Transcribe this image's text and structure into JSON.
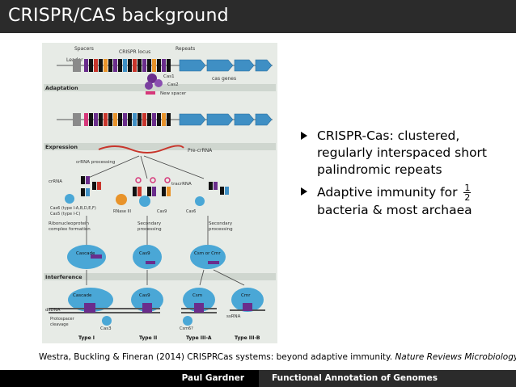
{
  "slide": {
    "title": "CRISPR/CAS background"
  },
  "figure": {
    "labels": {
      "spacers": "Spacers",
      "leader": "Leader",
      "crispr_locus": "CRISPR locus",
      "repeats": "Repeats",
      "cas_genes": "cas genes",
      "adaptation": "Adaptation",
      "cas1": "Cas1",
      "cas2": "Cas2",
      "new_spacer": "New spacer",
      "expression": "Expression",
      "pre_crrna": "Pre-crRNA",
      "crrna_processing": "crRNA processing",
      "crrna": "crRNA",
      "tracrrna": "tracrRNA",
      "cas6_type1": "Cas6 (type I-A,B,D,E,F)",
      "cas5_type1": "Cas5 (type I-C)",
      "rnase3": "RNase III",
      "cas9": "Cas9",
      "cas6": "Cas6",
      "rnp_formation_1": "Ribonucleoprotein",
      "rnp_formation_2": "complex formation",
      "secondary_processing_a": "Secondary",
      "secondary_processing_b": "processing",
      "cascade": "Cascade",
      "csm_or_cmr": "Csm or Cmr",
      "interference": "Interference",
      "dsdna": "dsDNA",
      "protospacer_1": "Protospacer",
      "protospacer_2": "cleavage",
      "cas3": "Cas3",
      "csm": "Csm",
      "cmr": "Cmr",
      "ssrna": "ssRNA",
      "csm6": "Csm6?",
      "type1": "Type I",
      "type2": "Type II",
      "type3a": "Type III-A",
      "type3b": "Type III-B"
    }
  },
  "bullets": {
    "b1": "CRISPR-Cas: clustered, regularly interspaced short palindromic repeats",
    "b2_prefix": "Adaptive immunity for",
    "b2_frac_num": "1",
    "b2_frac_den": "2",
    "b2_suffix": "bacteria & most archaea"
  },
  "citation": {
    "text": "Westra, Buckling & Fineran (2014) CRISPRCas systems: beyond adaptive immunity.",
    "journal": "Nature Reviews Microbiology."
  },
  "footer": {
    "author": "Paul Gardner",
    "talk_title": "Functional Annotation of Genomes"
  },
  "colors": {
    "title_bar": "#2b2b2b",
    "figure_bg": "#e7ebe6",
    "arrow_gene": "#3f8fc4",
    "cascade_blob": "#4aa7d6",
    "spacer_purple": "#6a2d8c",
    "spacer_red": "#c8352b",
    "spacer_orange": "#e8932a",
    "tracr_pink": "#d6387a"
  }
}
